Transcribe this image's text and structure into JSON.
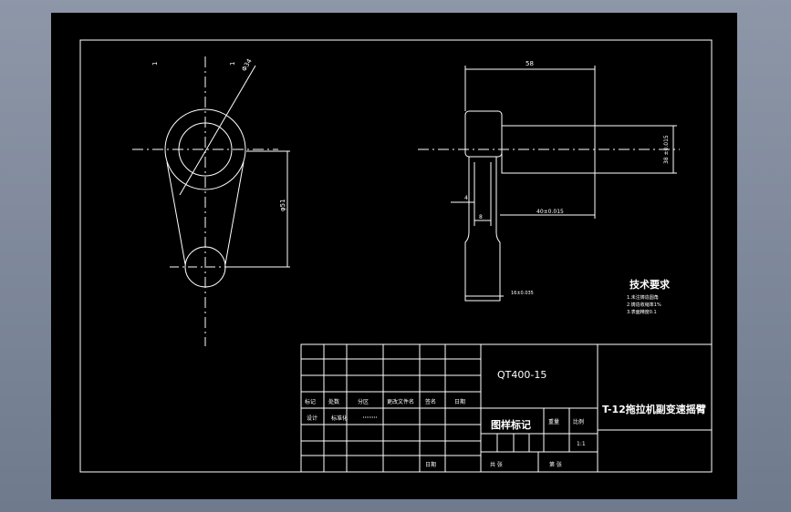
{
  "colors": {
    "background": "#000000",
    "line": "#ffffff",
    "frame_bg": "#8a94a6"
  },
  "front_view": {
    "label_top_left": "1",
    "label_top_right": "1",
    "diameter_label": "Φ34",
    "height_dim": "φ51"
  },
  "side_view": {
    "width_dim": "58",
    "diameter_dim": "38 ±0.015",
    "dim_4": "4",
    "dim_8": "8",
    "dim_40": "40±0.015",
    "dim_16": "16±0.035"
  },
  "tech_requirements": {
    "title": "技术要求",
    "items": [
      "1.未注铸造圆角",
      "2.铸造收缩率1%",
      "3.表面精度0.1"
    ]
  },
  "title_block": {
    "material": "QT400-15",
    "drawing_name": "T-12拖拉机副变速摇臂",
    "drawing_mark": "图样标记",
    "weight": "重量",
    "scale_label": "比例",
    "scale_value": "1:1",
    "headers": [
      "标记",
      "处数",
      "分区",
      "更改文件名",
      "签名",
      "日期"
    ],
    "designer_row": [
      "设计",
      "标准化"
    ],
    "date_label": "日期",
    "sheet_total": "共 张",
    "sheet_no": "第 张"
  }
}
